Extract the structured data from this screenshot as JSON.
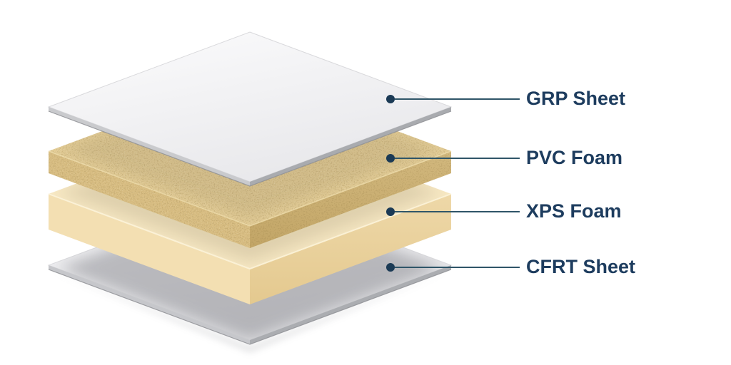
{
  "diagram": {
    "type": "exploded-layer-stack",
    "background": "#ffffff",
    "layers": [
      {
        "label": "GRP Sheet",
        "material": "thin-sheet",
        "colors": {
          "top_from": "#fcfcfd",
          "top_to": "#e8e8eb",
          "side_left": "#c9cacd",
          "side_right": "#a9abaf",
          "bottom_edge": "#8f9195",
          "outline": "#d9d9dc"
        }
      },
      {
        "label": "PVC Foam",
        "material": "foam-block",
        "colors": {
          "top": "#e3cc95",
          "side_left": "#d7bc81",
          "side_right_from": "#d2b87e",
          "side_right_to": "#c2a566",
          "speckle_dark": "#7d6636",
          "speckle_light": "#fff6dc",
          "edge_highlight": "#eedcab"
        }
      },
      {
        "label": "XPS Foam",
        "material": "foam-block",
        "colors": {
          "top": "#f7e8c3",
          "side_left": "#f3dfb2",
          "side_right_from": "#eed8a8",
          "side_right_to": "#e4c98f",
          "edge_highlight": "#fcf3d9"
        }
      },
      {
        "label": "CFRT Sheet",
        "material": "thin-sheet",
        "colors": {
          "top_from": "#f6f6f8",
          "top_to": "#e0e0e3",
          "side_left": "#c6c7cb",
          "side_right": "#abadb1",
          "bottom_edge": "#8f9195",
          "outline": "#dcdcdf"
        }
      }
    ],
    "annotation_style": {
      "text_color": "#1d3c5e",
      "line_color": "#2f5568",
      "dot_color": "#1b3a55"
    }
  }
}
